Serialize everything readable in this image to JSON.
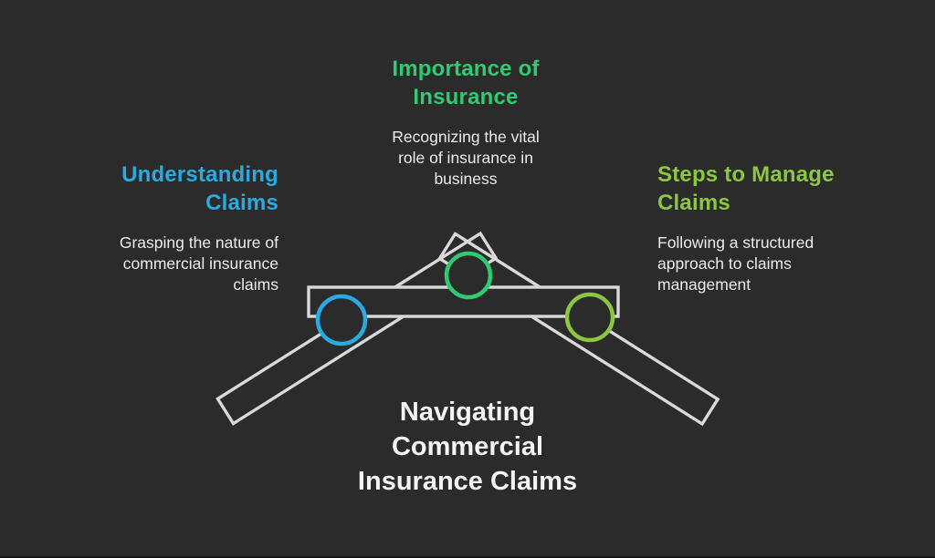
{
  "palette": {
    "background": "#2b2b2b",
    "outline": "#d9d9d9",
    "body_text": "#ececec",
    "title_text": "#f4f4f4",
    "bottom_edge": "#171717"
  },
  "main_title": {
    "text": "Navigating Commercial Insurance Claims",
    "lines": [
      "Navigating",
      "Commercial",
      "Insurance Claims"
    ]
  },
  "sections": [
    {
      "id": "understanding-claims",
      "heading": "Understanding Claims",
      "heading_lines": [
        "Understanding",
        "Claims"
      ],
      "description": "Grasping the nature of commercial insurance claims",
      "description_lines": [
        "Grasping the nature of",
        "commercial insurance",
        "claims"
      ],
      "accent": "#29abe2"
    },
    {
      "id": "importance-of-insurance",
      "heading": "Importance of Insurance",
      "heading_lines": [
        "Importance of",
        "Insurance"
      ],
      "description": "Recognizing the vital role of insurance in business",
      "description_lines": [
        "Recognizing the vital",
        "role of insurance in",
        "business"
      ],
      "accent": "#2ecc71"
    },
    {
      "id": "steps-to-manage-claims",
      "heading": "Steps to Manage Claims",
      "heading_lines": [
        "Steps to Manage",
        "Claims"
      ],
      "description": "Following a structured approach to claims management",
      "description_lines": [
        "Following a structured",
        "approach to claims",
        "management"
      ],
      "accent": "#8dc63f"
    }
  ]
}
